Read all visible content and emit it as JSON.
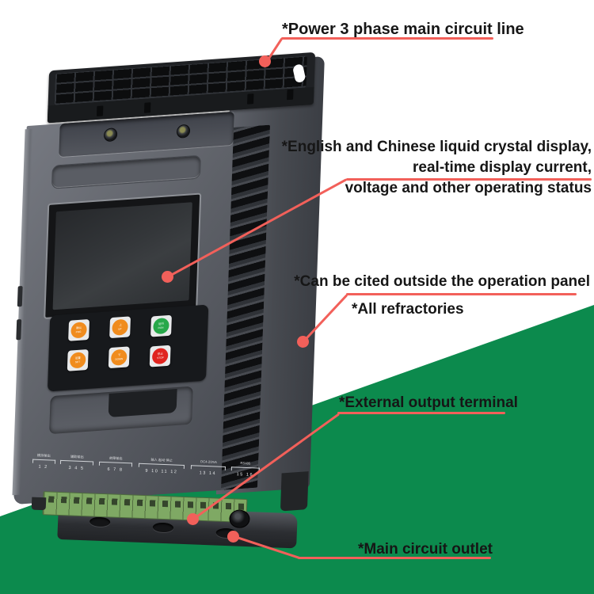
{
  "colors": {
    "background_hex": "#ffffff",
    "green_wedge_hex": "#0c8a4d",
    "leader_hex": "#f2605a",
    "text_hex": "#161616",
    "device_body_hex": "#5c5f66",
    "device_cap_hex": "#1f2124",
    "terminal_strip_hex": "#7fa964"
  },
  "annotations": {
    "power_line": "*Power 3 phase main circuit line",
    "display_line1": "*English and Chinese liquid crystal display,",
    "display_line2": "real-time display current,",
    "display_line3": "voltage and other operating status",
    "operation_panel": "*Can be cited outside the operation panel",
    "refractories": "*All refractories",
    "external_terminal": "*External output terminal",
    "main_outlet": "*Main circuit outlet"
  },
  "device": {
    "buttons": [
      {
        "zh": "确认",
        "en": "PRG",
        "color_hex": "#f08c1e"
      },
      {
        "zh": "上",
        "en": "UP",
        "color_hex": "#f08c1e"
      },
      {
        "zh": "运行",
        "en": "RUN",
        "color_hex": "#27a84a"
      },
      {
        "zh": "设置",
        "en": "SET",
        "color_hex": "#f08c1e"
      },
      {
        "zh": "下",
        "en": "DOWN",
        "color_hex": "#f08c1e"
      },
      {
        "zh": "停止",
        "en": "STOP",
        "color_hex": "#e0241f"
      }
    ],
    "terminal_groups": [
      {
        "label": "模拟输出",
        "terminals": "1 2"
      },
      {
        "label": "辅助输出",
        "terminals": "3 4 5"
      },
      {
        "label": "故障输出",
        "terminals": "6 7 8"
      },
      {
        "label": "输入 起动 停止",
        "terminals": "9 10 11 12"
      },
      {
        "label": "DC4-20mA",
        "terminals": "13 14"
      },
      {
        "label": "RS485",
        "terminals": "15 16"
      }
    ]
  }
}
